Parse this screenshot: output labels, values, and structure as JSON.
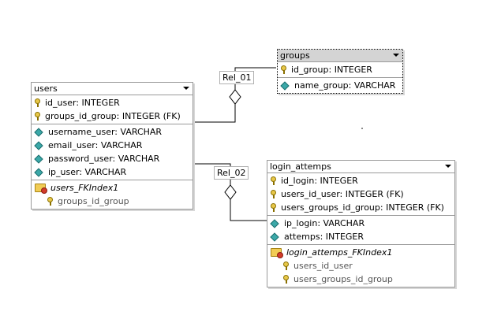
{
  "tables": {
    "users": {
      "title": "users",
      "pk": [
        "id_user: INTEGER",
        "groups_id_group: INTEGER (FK)"
      ],
      "cols": [
        "username_user: VARCHAR",
        "email_user: VARCHAR",
        "password_user: VARCHAR",
        "ip_user: VARCHAR"
      ],
      "index_name": "users_FKIndex1",
      "index_cols": [
        "groups_id_group"
      ]
    },
    "groups": {
      "title": "groups",
      "pk": [
        "id_group: INTEGER"
      ],
      "cols": [
        "name_group: VARCHAR"
      ]
    },
    "login_attemps": {
      "title": "login_attemps",
      "pk": [
        "id_login: INTEGER",
        "users_id_user: INTEGER (FK)",
        "users_groups_id_group: INTEGER (FK)"
      ],
      "cols": [
        "ip_login: VARCHAR",
        "attemps: INTEGER"
      ],
      "index_name": "login_attemps_FKIndex1",
      "index_cols": [
        "users_id_user",
        "users_groups_id_group"
      ]
    }
  },
  "relations": {
    "rel_01": "Rel_01",
    "rel_02": "Rel_02"
  }
}
